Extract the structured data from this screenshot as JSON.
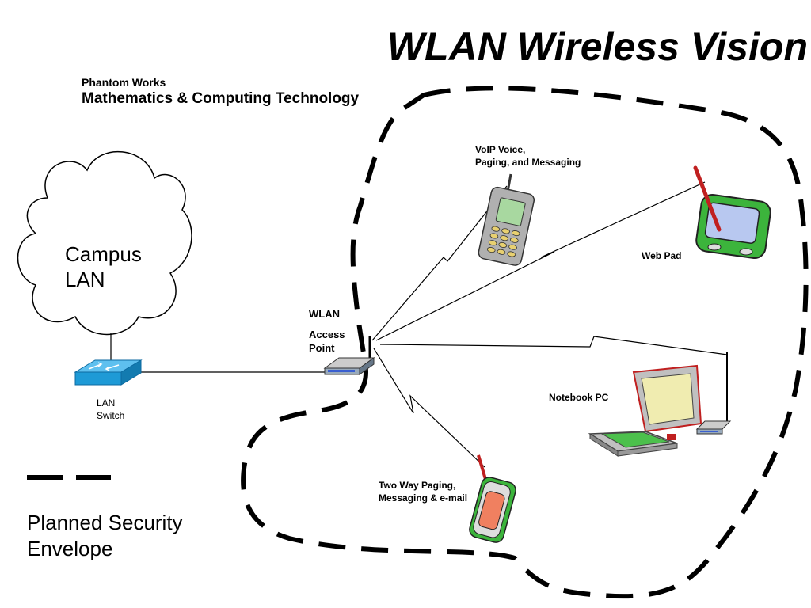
{
  "title": "WLAN Wireless Vision",
  "organization": {
    "line1": "Phantom Works",
    "line2": "Mathematics & Computing Technology"
  },
  "nodes": {
    "campus_lan": "Campus\nLAN",
    "lan_switch": "LAN\nSwitch",
    "access_point_line1": "WLAN",
    "access_point_line2": "Access\nPoint",
    "voip_phone": "VoIP Voice,\nPaging, and Messaging",
    "web_pad": "Web Pad",
    "notebook_pc": "Notebook PC",
    "two_way_pager": "Two Way Paging,\n Messaging & e-mail"
  },
  "legend": {
    "label": "Planned Security\nEnvelope"
  },
  "colors": {
    "switch_blue": "#1e9ad6",
    "device_green": "#3cb43c",
    "screen_blue": "#b8c8f0",
    "antenna_red": "#c02020"
  }
}
